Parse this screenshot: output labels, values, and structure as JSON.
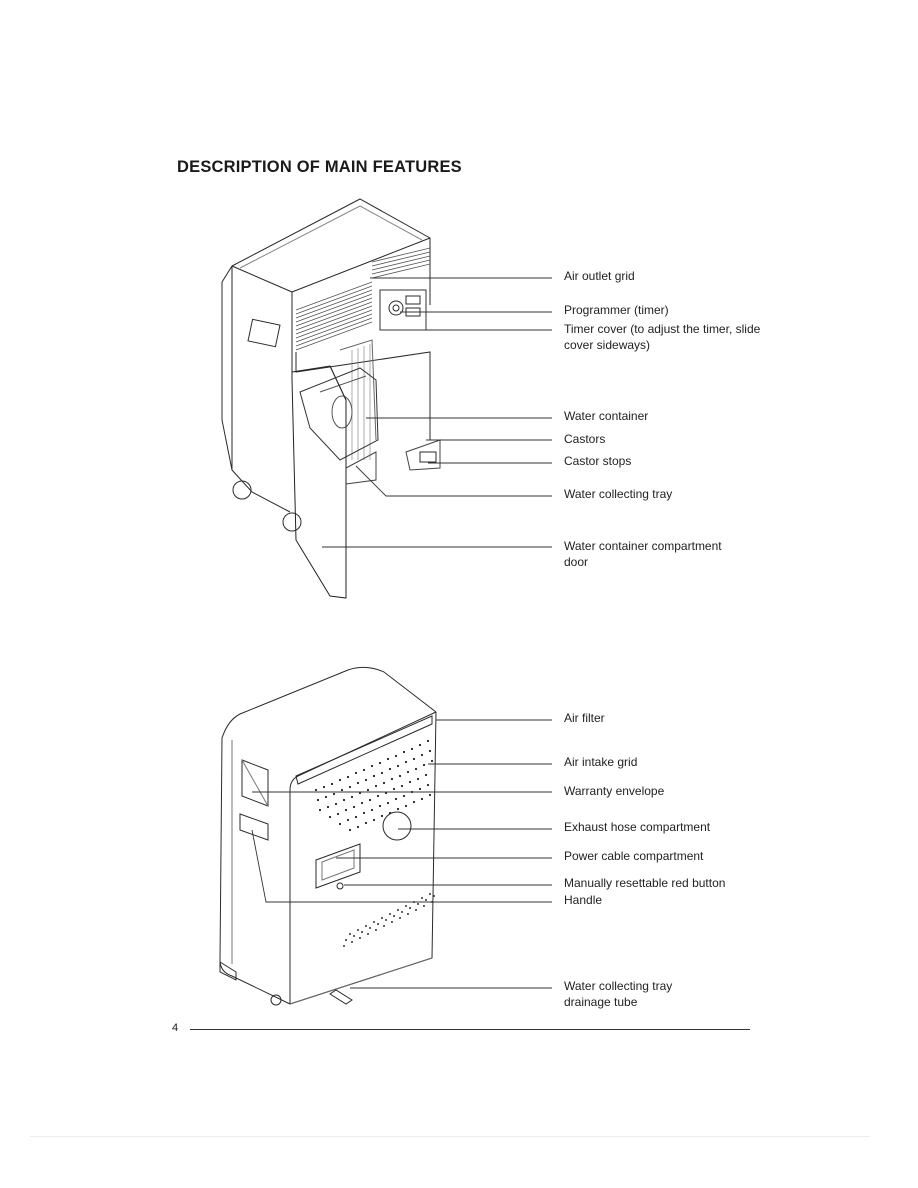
{
  "document": {
    "title": "DESCRIPTION OF MAIN FEATURES",
    "page_number": "4"
  },
  "figure_front": {
    "labels": [
      "Air outlet grid",
      "Programmer (timer)",
      "Timer cover (to adjust the timer, slide cover sideways)",
      "Water container",
      "Castors",
      "Castor stops",
      "Water collecting tray",
      "Water container compartment door"
    ]
  },
  "figure_back": {
    "labels": [
      "Air filter",
      "Air intake grid",
      "Warranty envelope",
      "Exhaust hose compartment",
      "Power cable compartment",
      "Manually resettable red button",
      "Handle",
      "Water collecting tray drainage tube"
    ]
  }
}
